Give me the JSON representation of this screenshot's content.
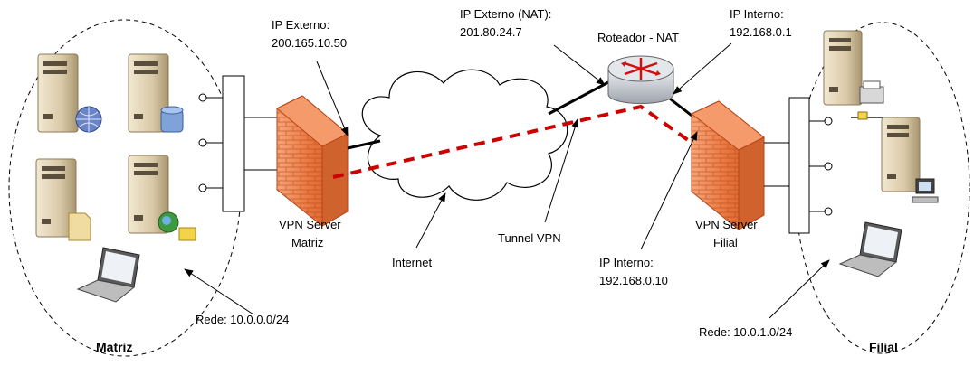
{
  "sites": {
    "matriz": {
      "title": "Matriz",
      "network": "Rede: 10.0.0.0/24"
    },
    "filial": {
      "title": "Filial",
      "network": "Rede: 10.0.1.0/24"
    }
  },
  "vpn_servers": {
    "matriz": {
      "line1": "VPN Server",
      "line2": "Matriz"
    },
    "filial": {
      "line1": "VPN Server",
      "line2": "Filial"
    }
  },
  "addresses": {
    "ip_externo_matriz": {
      "line1": "IP Externo:",
      "line2": "200.165.10.50"
    },
    "ip_externo_nat": {
      "line1": "IP Externo (NAT):",
      "line2": "201.80.24.7"
    },
    "ip_interno_router": {
      "line1": "IP Interno:",
      "line2": "192.168.0.1"
    },
    "ip_interno_vpn": {
      "line1": "IP Interno:",
      "line2": "192.168.0.10"
    }
  },
  "router": {
    "label": "Roteador - NAT"
  },
  "internet": {
    "label": "Internet"
  },
  "tunnel": {
    "label": "Tunnel VPN",
    "color": "#cc0000"
  },
  "colors": {
    "firewall": "#e8743b",
    "firewall_dark": "#b5461a",
    "server": "#d9c9a8",
    "server_dark": "#8c7a5a",
    "router": "#c9ccd3"
  }
}
